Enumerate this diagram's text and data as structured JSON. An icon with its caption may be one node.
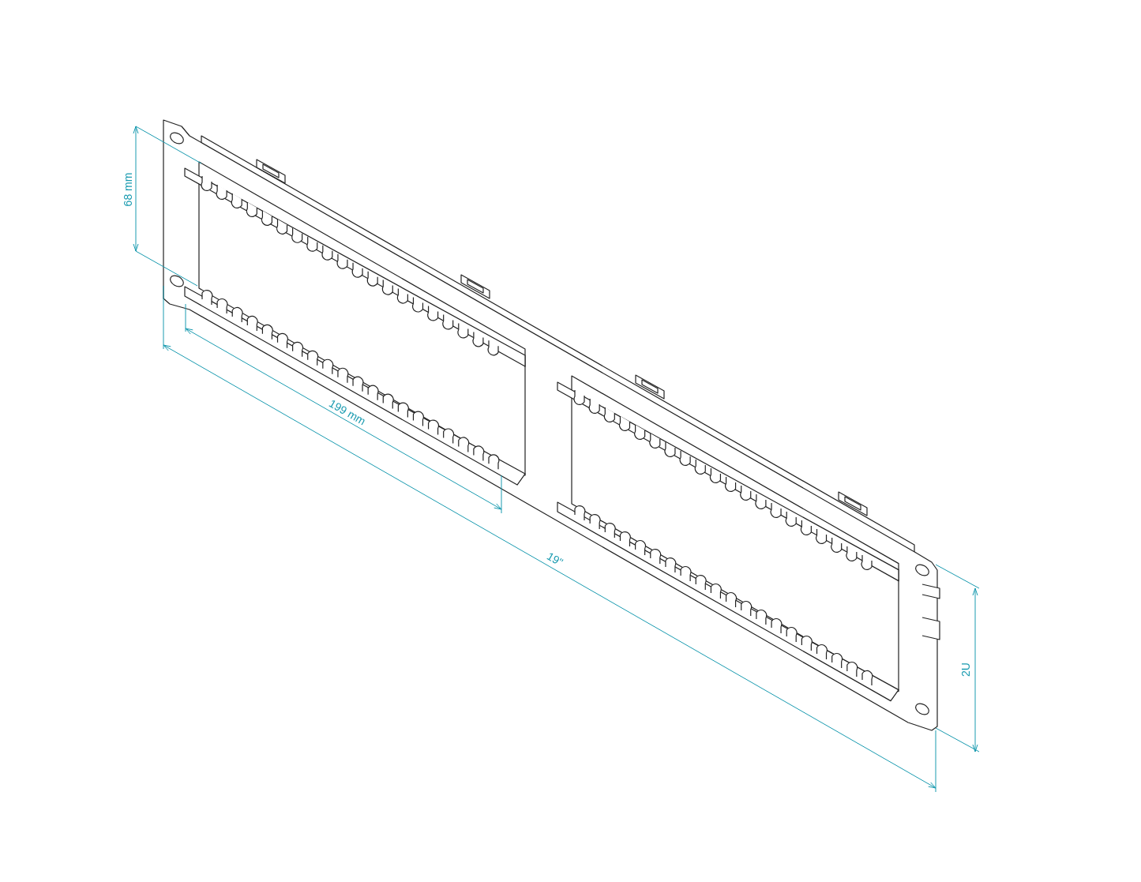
{
  "diagram": {
    "labels": [
      "68 mm",
      "199 mm",
      "19\"",
      "2U"
    ]
  }
}
